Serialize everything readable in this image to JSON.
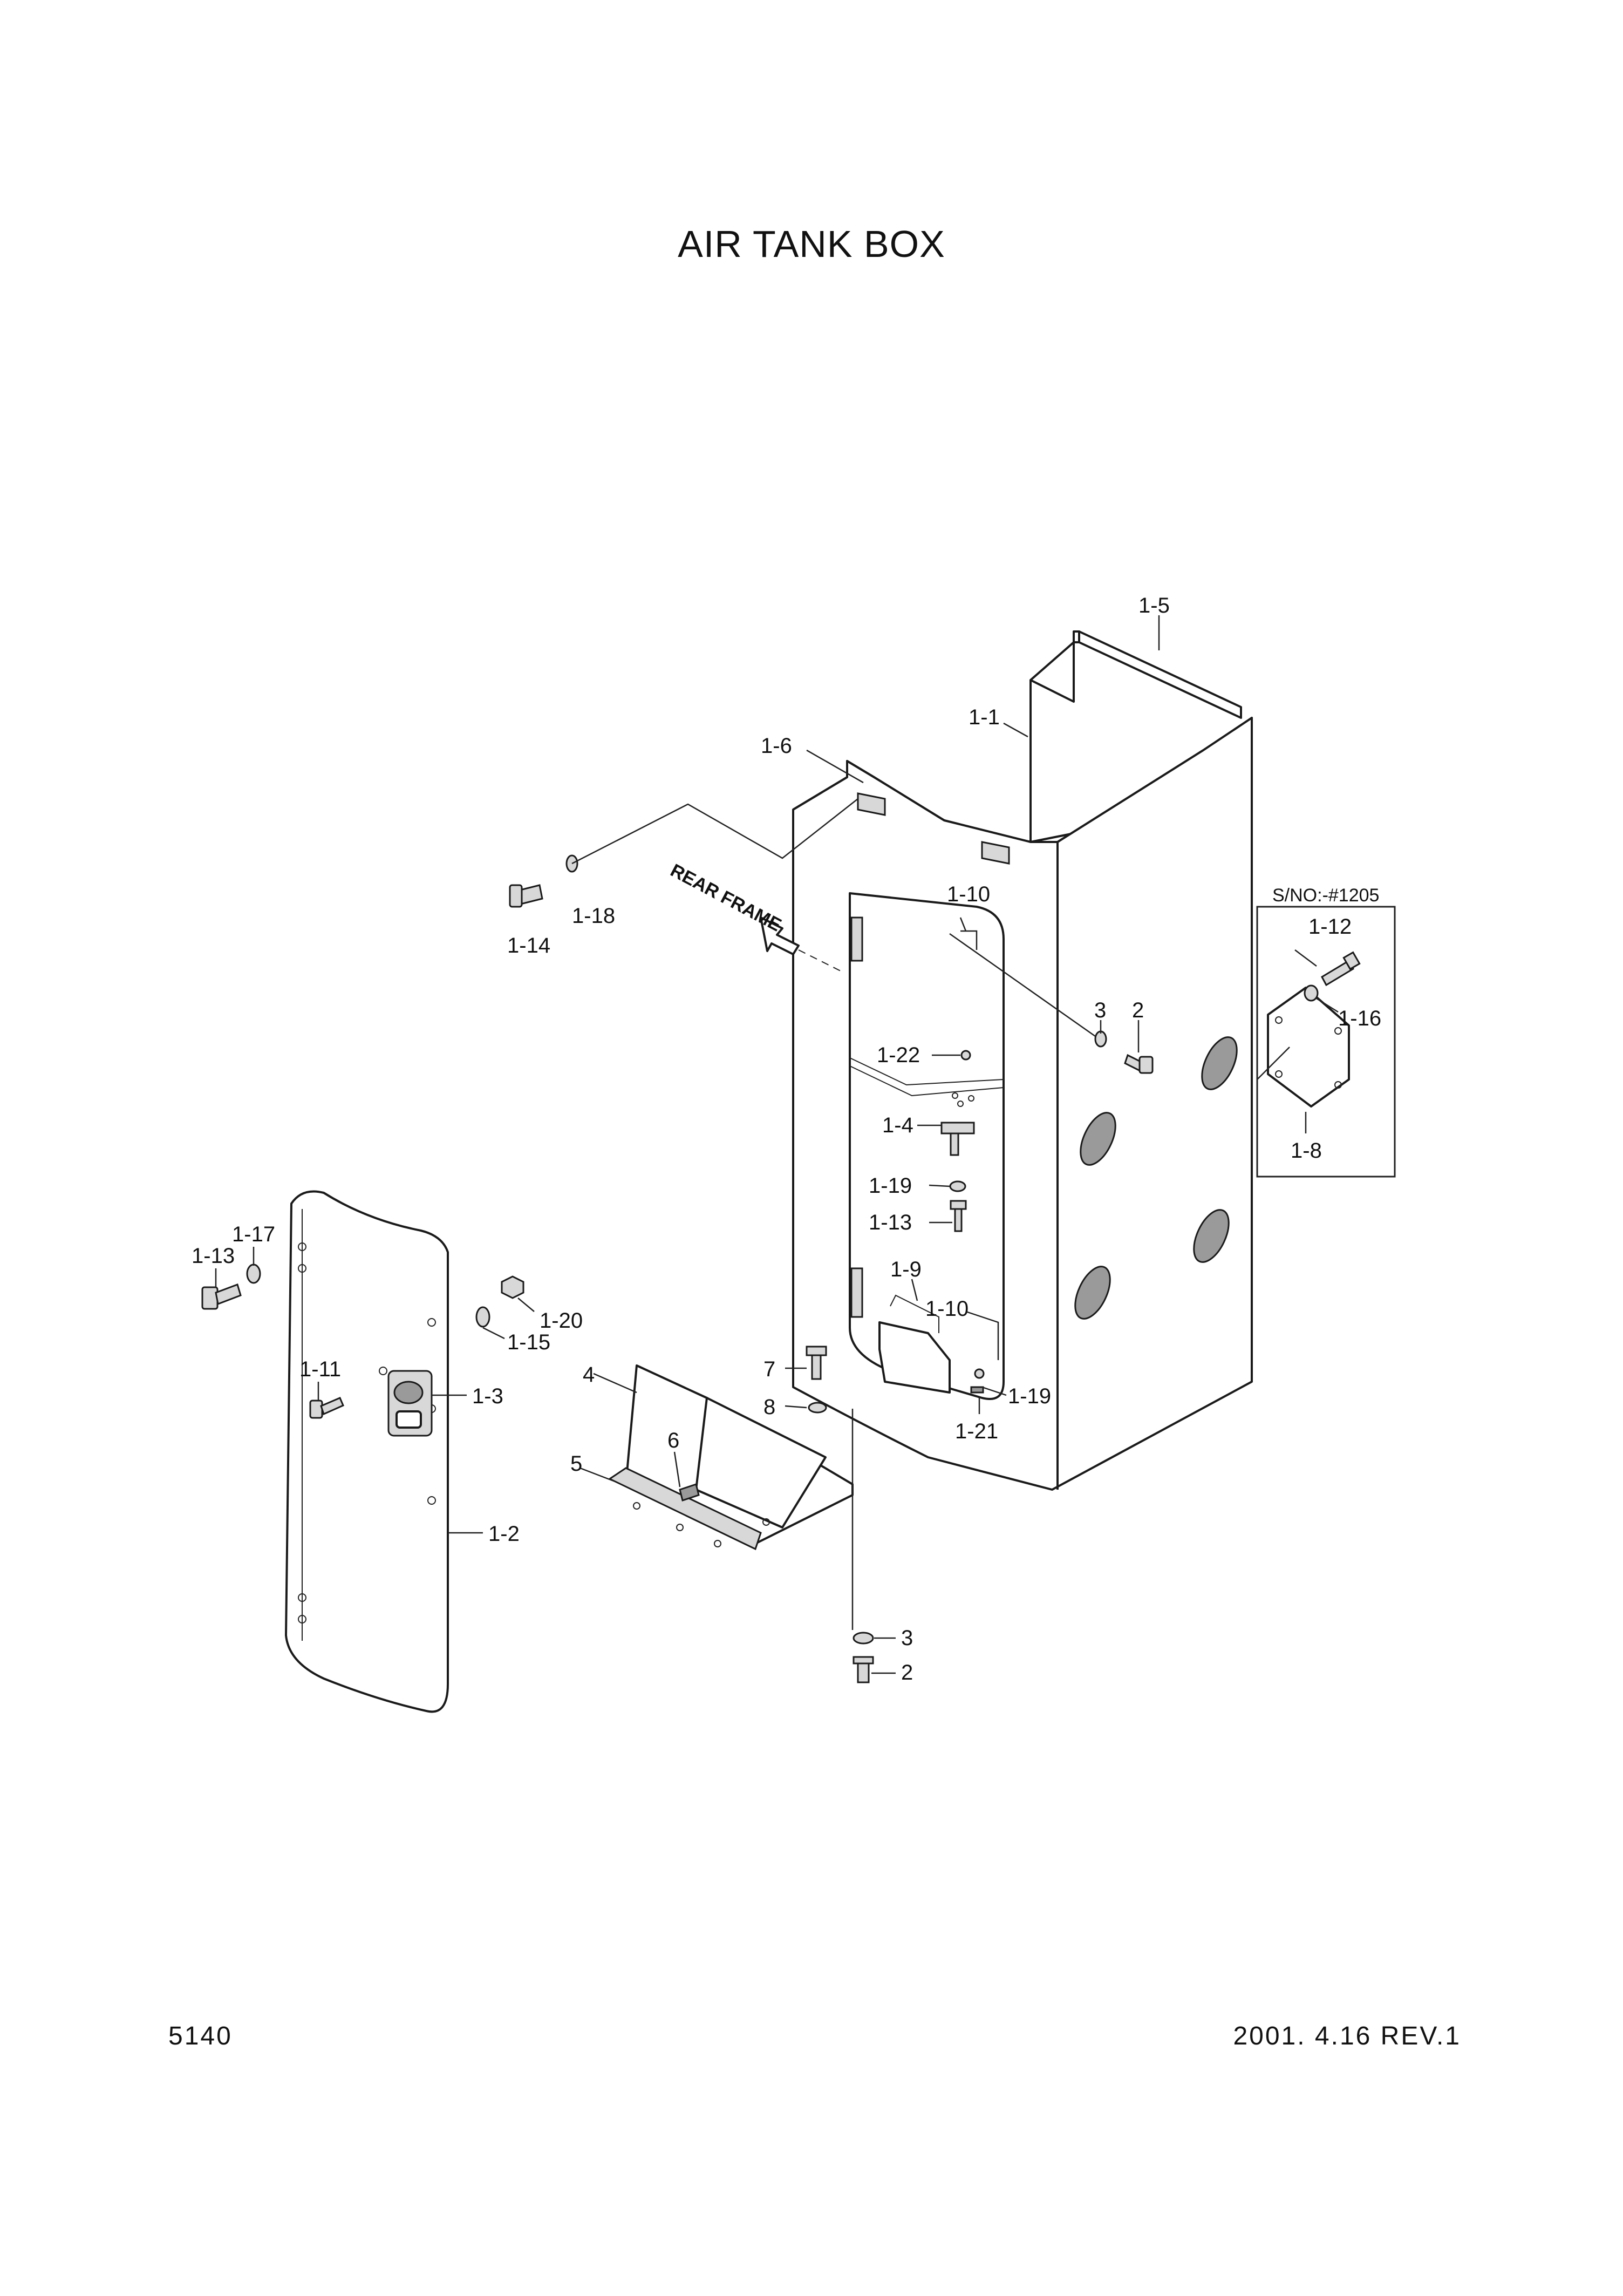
{
  "title": "AIR TANK BOX",
  "page_number": "5140",
  "revision": "2001. 4.16   REV.1",
  "rear_frame_label": "REAR FRAME",
  "serial_note": "S/NO:-#1205",
  "callouts": {
    "c_1_1": "1-1",
    "c_1_2": "1-2",
    "c_1_3": "1-3",
    "c_1_4": "1-4",
    "c_1_5": "1-5",
    "c_1_6": "1-6",
    "c_1_8": "1-8",
    "c_1_9": "1-9",
    "c_1_10a": "1-10",
    "c_1_10b": "1-10",
    "c_1_11": "1-11",
    "c_1_12": "1-12",
    "c_1_13a": "1-13",
    "c_1_13b": "1-13",
    "c_1_14": "1-14",
    "c_1_15": "1-15",
    "c_1_16": "1-16",
    "c_1_17": "1-17",
    "c_1_18": "1-18",
    "c_1_19a": "1-19",
    "c_1_19b": "1-19",
    "c_1_20": "1-20",
    "c_1_21": "1-21",
    "c_1_22": "1-22",
    "c_2a": "2",
    "c_2b": "2",
    "c_3a": "3",
    "c_3b": "3",
    "c_4": "4",
    "c_5": "5",
    "c_6": "6",
    "c_7": "7",
    "c_8": "8"
  }
}
